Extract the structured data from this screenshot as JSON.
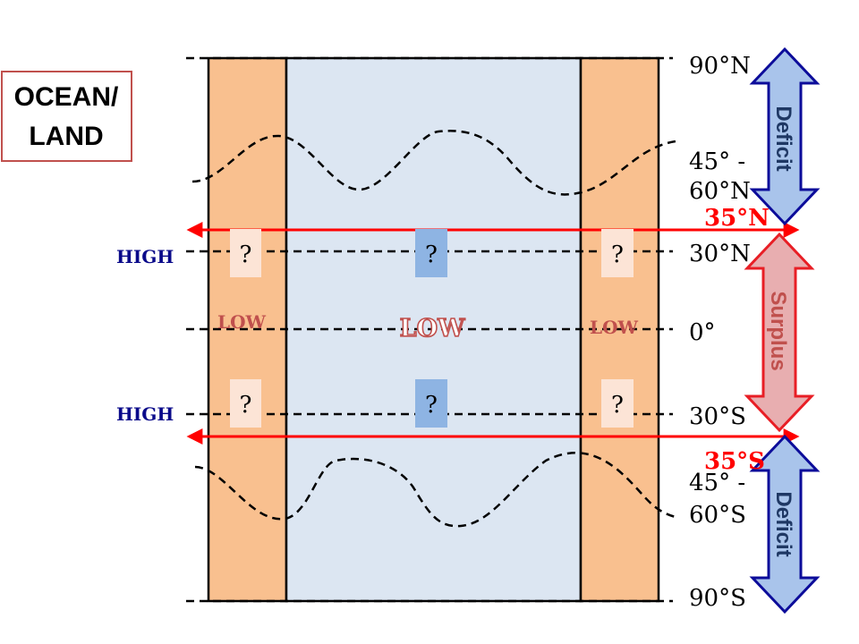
{
  "title_box": {
    "line1": "OCEAN/",
    "line2": "LAND"
  },
  "latitudes": {
    "n90": "90°N",
    "n45_60_a": "45° -",
    "n45_60_b": "60°N",
    "n30": "30°N",
    "eq": "0°",
    "s30": "30°S",
    "s45_60_a": "45° -",
    "s45_60_b": "60°S",
    "s90": "90°S"
  },
  "boundaries": {
    "north": "35°N",
    "south": "35°S"
  },
  "pressure": {
    "high_north": "HIGH",
    "high_south": "HIGH",
    "low_left": "LOW",
    "low_center": "LOW",
    "low_right": "LOW"
  },
  "unknown_mark": "?",
  "arrows": {
    "deficit_north": "Deficit",
    "surplus": "Surplus",
    "deficit_south": "Deficit"
  },
  "colors": {
    "land": "#F9C08F",
    "ocean": "#DCE6F2",
    "boundary_red": "#FF0000",
    "deficit_fill": "#A9C4EB",
    "deficit_stroke": "#0C0C9A",
    "surplus_fill": "#E8AEB0",
    "surplus_stroke": "#E81E25",
    "high_text": "#0A0A8A",
    "low_text": "#C0504D",
    "q_land_fill": "#FCE4D6",
    "q_ocean_fill": "#8EB4E3",
    "title_border": "#C0504D",
    "arrow_text": "#1F3864",
    "surplus_text": "#C0504D"
  }
}
